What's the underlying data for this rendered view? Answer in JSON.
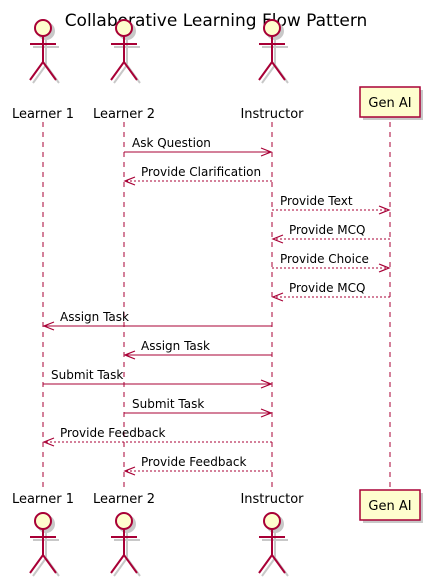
{
  "diagram": {
    "title": "Collaborative Learning Flow Pattern",
    "participants": [
      {
        "id": "learner1",
        "label": "Learner 1",
        "kind": "actor"
      },
      {
        "id": "learner2",
        "label": "Learner 2",
        "kind": "actor"
      },
      {
        "id": "instructor",
        "label": "Instructor",
        "kind": "actor"
      },
      {
        "id": "genai",
        "label": "Gen AI",
        "kind": "participant"
      }
    ],
    "messages": [
      {
        "from": "learner2",
        "to": "instructor",
        "label": "Ask Question",
        "style": "solid"
      },
      {
        "from": "instructor",
        "to": "learner2",
        "label": "Provide Clarification",
        "style": "dashed"
      },
      {
        "from": "instructor",
        "to": "genai",
        "label": "Provide Text",
        "style": "dashed"
      },
      {
        "from": "genai",
        "to": "instructor",
        "label": "Provide MCQ",
        "style": "dashed"
      },
      {
        "from": "instructor",
        "to": "genai",
        "label": "Provide Choice",
        "style": "dashed"
      },
      {
        "from": "genai",
        "to": "instructor",
        "label": "Provide MCQ",
        "style": "dashed"
      },
      {
        "from": "instructor",
        "to": "learner1",
        "label": "Assign Task",
        "style": "solid"
      },
      {
        "from": "instructor",
        "to": "learner2",
        "label": "Assign Task",
        "style": "solid"
      },
      {
        "from": "learner1",
        "to": "instructor",
        "label": "Submit Task",
        "style": "solid"
      },
      {
        "from": "learner2",
        "to": "instructor",
        "label": "Submit Task",
        "style": "solid"
      },
      {
        "from": "instructor",
        "to": "learner1",
        "label": "Provide Feedback",
        "style": "dashed"
      },
      {
        "from": "instructor",
        "to": "learner2",
        "label": "Provide Feedback",
        "style": "dashed"
      }
    ],
    "colors": {
      "actor_fill": "#FEFECE",
      "actor_stroke": "#A80036",
      "arrow": "#A80036",
      "lifeline": "#A80036",
      "shadow": "#C8C8C8"
    }
  }
}
